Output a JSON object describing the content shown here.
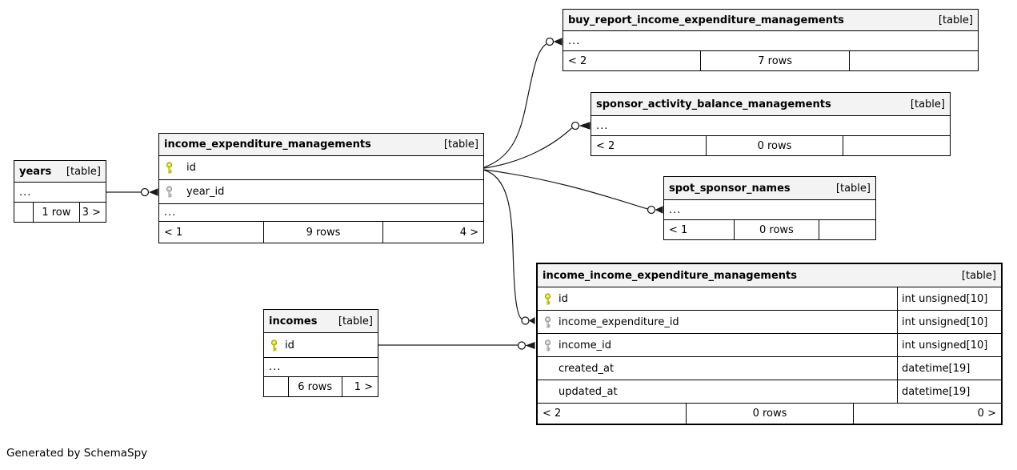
{
  "note": "Generated by SchemaSpy",
  "labels": {
    "ellipsis": "...",
    "table_tag": "[table]"
  },
  "colors": {
    "pk_key": "#e0e000",
    "pk_key_stroke": "#9c9c00",
    "fk_key": "#c9c9c9",
    "fk_key_stroke": "#8f8f8f",
    "header_bg": "#f3f3f3",
    "border": "#000000"
  },
  "tables": [
    {
      "key": "buy",
      "name": "buy_report_income_expenditure_managements",
      "rows": [
        {
          "ellipsis": true
        }
      ],
      "footer": {
        "left": "< 2",
        "center": "7 rows",
        "right": ""
      }
    },
    {
      "key": "sponsor",
      "name": "sponsor_activity_balance_managements",
      "rows": [
        {
          "ellipsis": true
        }
      ],
      "footer": {
        "left": "< 2",
        "center": "0 rows",
        "right": ""
      }
    },
    {
      "key": "iem",
      "name": "income_expenditure_managements",
      "rows": [
        {
          "name": "id",
          "keytype": "pk"
        },
        {
          "name": "year_id",
          "keytype": "fk"
        },
        {
          "ellipsis": true
        }
      ],
      "footer": {
        "left": "< 1",
        "center": "9 rows",
        "right": "4 >"
      }
    },
    {
      "key": "years",
      "name": "years",
      "rows": [
        {
          "ellipsis": true
        }
      ],
      "footer": {
        "left": "",
        "center": "1 row",
        "right": "3 >"
      }
    },
    {
      "key": "spot",
      "name": "spot_sponsor_names",
      "rows": [
        {
          "ellipsis": true
        }
      ],
      "footer": {
        "left": "< 1",
        "center": "0 rows",
        "right": ""
      }
    },
    {
      "key": "incomes",
      "name": "incomes",
      "rows": [
        {
          "name": "id",
          "keytype": "pk"
        },
        {
          "ellipsis": true
        }
      ],
      "footer": {
        "left": "",
        "center": "6 rows",
        "right": "1 >"
      }
    },
    {
      "key": "iiem",
      "name": "income_income_expenditure_managements",
      "emphasized": true,
      "rows": [
        {
          "name": "id",
          "keytype": "pk",
          "type": "int unsigned[10]"
        },
        {
          "name": "income_expenditure_id",
          "keytype": "fk",
          "type": "int unsigned[10]"
        },
        {
          "name": "income_id",
          "keytype": "fk",
          "type": "int unsigned[10]"
        },
        {
          "name": "created_at",
          "type": "datetime[19]"
        },
        {
          "name": "updated_at",
          "type": "datetime[19]"
        }
      ],
      "footer": {
        "left": "< 2",
        "center": "0 rows",
        "right": "0 >"
      }
    }
  ],
  "relationships": [
    {
      "from": "years",
      "to": "income_expenditure_managements.year_id"
    },
    {
      "from": "income_expenditure_managements.id",
      "to": "buy_report_income_expenditure_managements"
    },
    {
      "from": "income_expenditure_managements.id",
      "to": "sponsor_activity_balance_managements"
    },
    {
      "from": "income_expenditure_managements.id",
      "to": "spot_sponsor_names"
    },
    {
      "from": "income_expenditure_managements.id",
      "to": "income_income_expenditure_managements.income_expenditure_id"
    },
    {
      "from": "incomes.id",
      "to": "income_income_expenditure_managements.income_id"
    }
  ]
}
